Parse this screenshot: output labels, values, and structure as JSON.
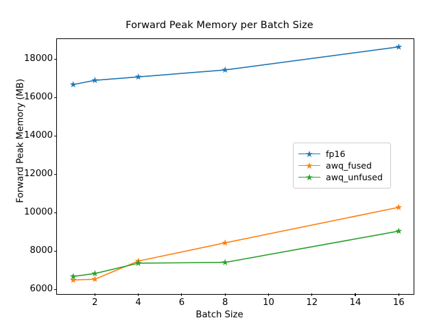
{
  "chart_data": {
    "type": "line",
    "title": "Forward Peak Memory per Batch Size",
    "xlabel": "Batch Size",
    "ylabel": "Forward Peak Memory (MB)",
    "x": [
      1,
      2,
      4,
      8,
      16
    ],
    "xlim": [
      0.25,
      16.75
    ],
    "ylim": [
      5700,
      19060
    ],
    "xticks": [
      2,
      4,
      6,
      8,
      10,
      12,
      14,
      16
    ],
    "xtick_labels": [
      "2",
      "4",
      "6",
      "8",
      "10",
      "12",
      "14",
      "16"
    ],
    "yticks": [
      6000,
      8000,
      10000,
      12000,
      14000,
      16000,
      18000
    ],
    "ytick_labels": [
      "6000",
      "8000",
      "10000",
      "12000",
      "14000",
      "16000",
      "18000"
    ],
    "grid": false,
    "legend_position": "center right",
    "marker": "star",
    "series": [
      {
        "name": "fp16",
        "color": "#1f77b4",
        "values": [
          16690,
          16910,
          17090,
          17450,
          18650
        ]
      },
      {
        "name": "awq_fused",
        "color": "#ff7f0e",
        "values": [
          6500,
          6545,
          7490,
          8440,
          10290
        ]
      },
      {
        "name": "awq_unfused",
        "color": "#2ca02c",
        "values": [
          6690,
          6840,
          7380,
          7420,
          9050
        ]
      }
    ]
  },
  "legend": {
    "entries": [
      {
        "label": "fp16"
      },
      {
        "label": "awq_fused"
      },
      {
        "label": "awq_unfused"
      }
    ]
  }
}
